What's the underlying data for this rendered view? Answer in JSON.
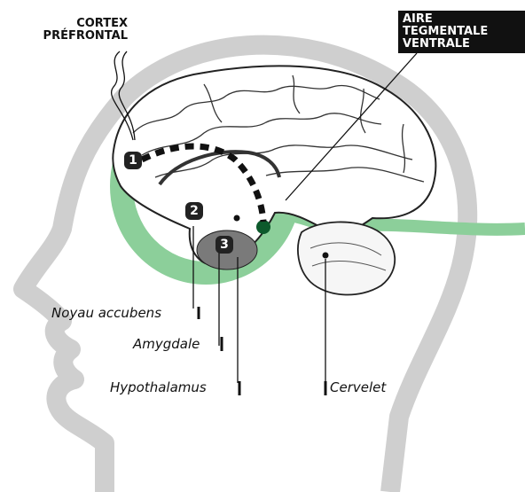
{
  "labels": {
    "cortex_line1": "CORTEX",
    "cortex_line2": "PRÉFRONTAL",
    "vta_line1": "AIRE",
    "vta_line2": "TEGMENTALE",
    "vta_line3": "VENTRALE",
    "noyau": "Noyau accubens",
    "amygdale": "Amygdale",
    "hypothalamus": "Hypothalamus",
    "cervelet": "Cervelet"
  },
  "markers": [
    "1",
    "2",
    "3"
  ],
  "colors": {
    "pathway_green": "#8ccf9a",
    "vta_dot": "#0d5a2c",
    "head_silhouette": "#cfcfcf"
  }
}
